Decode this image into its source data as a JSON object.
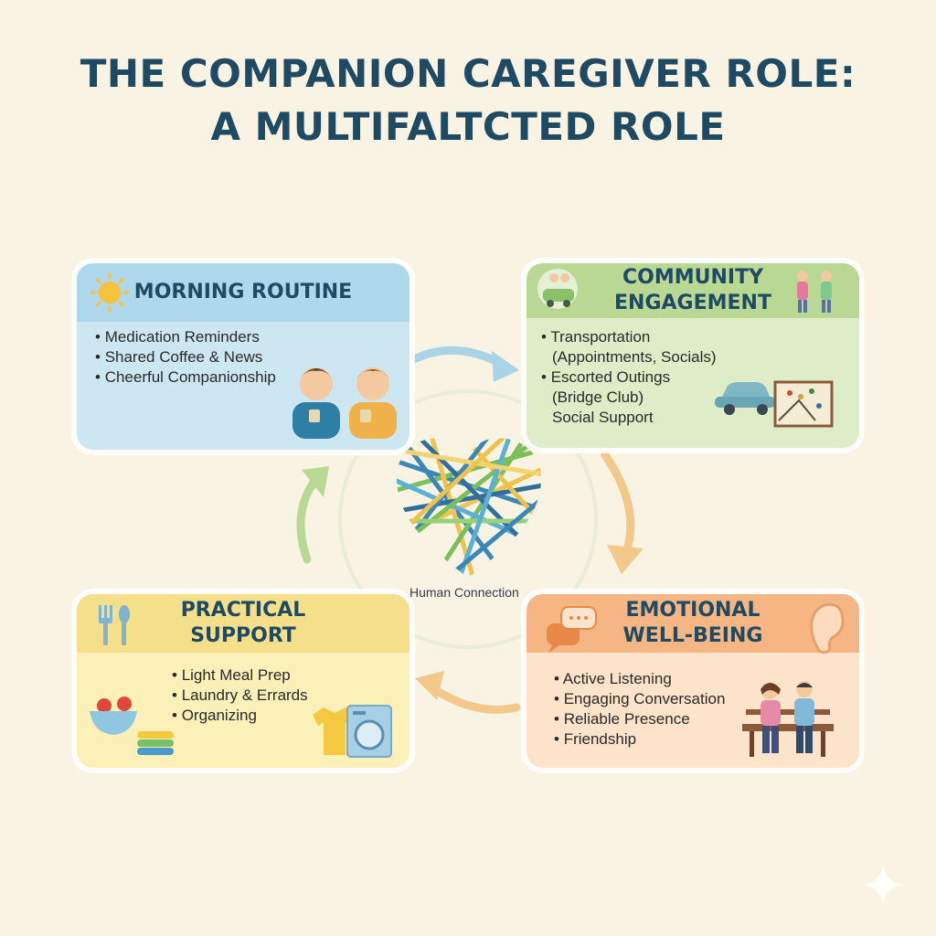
{
  "title": {
    "line1": "THE COMPANION CAREGIVER ROLE:",
    "line2": "A MULTIFALTCTED ROLE"
  },
  "center": {
    "label": "Human Connection"
  },
  "cards": {
    "morning": {
      "title": "MORNING ROUTINE",
      "items": [
        "Medication Reminders",
        "Shared Coffee & News",
        "Cheerful Companionship"
      ]
    },
    "community": {
      "title_line1": "COMMUNITY",
      "title_line2": "ENGAGEMENT",
      "items": [
        "Transportation",
        "(Appointments, Socials)",
        "Escorted Outings",
        "(Bridge Club)",
        "Social Support"
      ]
    },
    "practical": {
      "title_line1": "PRACTICAL",
      "title_line2": "SUPPORT",
      "items": [
        "Light Meal Prep",
        "Laundry & Errards",
        "Organizing"
      ]
    },
    "emotional": {
      "title_line1": "EMOTIONAL",
      "title_line2": "WELL-BEING",
      "items": [
        "Active Listening",
        "Engaging Conversation",
        "Reliable Presence",
        "Friendship"
      ]
    }
  },
  "icons": {
    "morning": [
      "sun-icon",
      "two-men-coffee-icon"
    ],
    "community": [
      "car-people-icon",
      "two-people-icon",
      "car-icon",
      "map-board-icon"
    ],
    "practical": [
      "utensils-icon",
      "fruit-bowl-icon",
      "stacked-towels-icon",
      "shirt-icon",
      "washing-machine-icon"
    ],
    "emotional": [
      "speech-bubble-icon",
      "ear-icon",
      "couple-bench-icon"
    ]
  },
  "colors": {
    "title": "#1f4a63",
    "morning": "#b0d8ec",
    "community": "#b9d893",
    "practical": "#f6df8a",
    "emotional": "#f6b683",
    "background": "#f8f3e3"
  }
}
